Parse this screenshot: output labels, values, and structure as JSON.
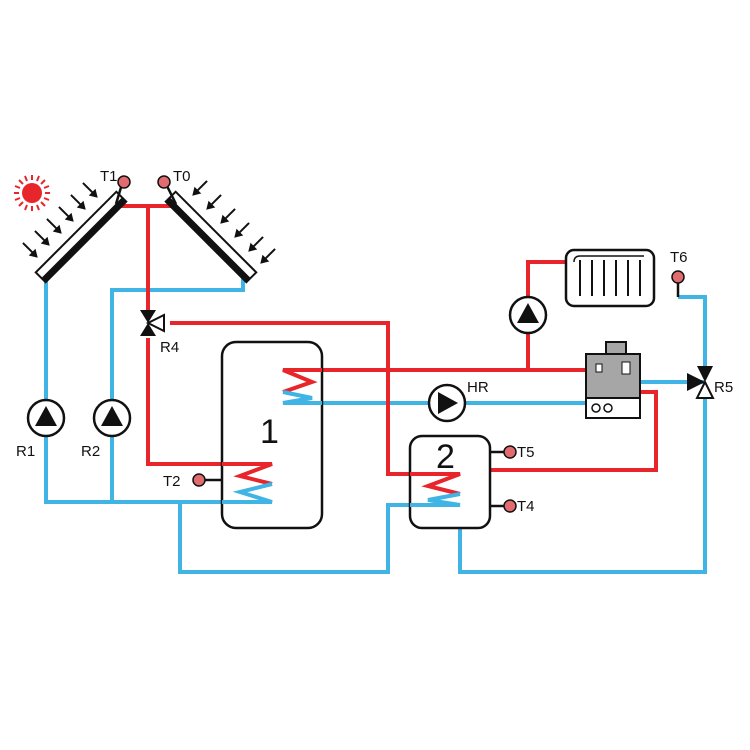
{
  "colors": {
    "hot": "#e8252a",
    "cold": "#3fb4e5",
    "sensor": "#e26b6f",
    "outline": "#111111",
    "sun": "#e8252a",
    "boiler": "#a6a6a6"
  },
  "icons": {
    "sun": "sun-icon",
    "collector": "solar-collector-icon",
    "pump": "pump-icon",
    "valve": "three-way-valve-icon",
    "radiator": "radiator-icon",
    "boiler": "boiler-icon",
    "sensor": "temperature-sensor-icon"
  },
  "labels": {
    "T1": "T1",
    "T0": "T0",
    "R1": "R1",
    "R2": "R2",
    "R4": "R4",
    "T2": "T2",
    "HR": "HR",
    "T6": "T6",
    "R5": "R5",
    "T5": "T5",
    "T4": "T4",
    "tank1": "1",
    "tank2": "2"
  }
}
